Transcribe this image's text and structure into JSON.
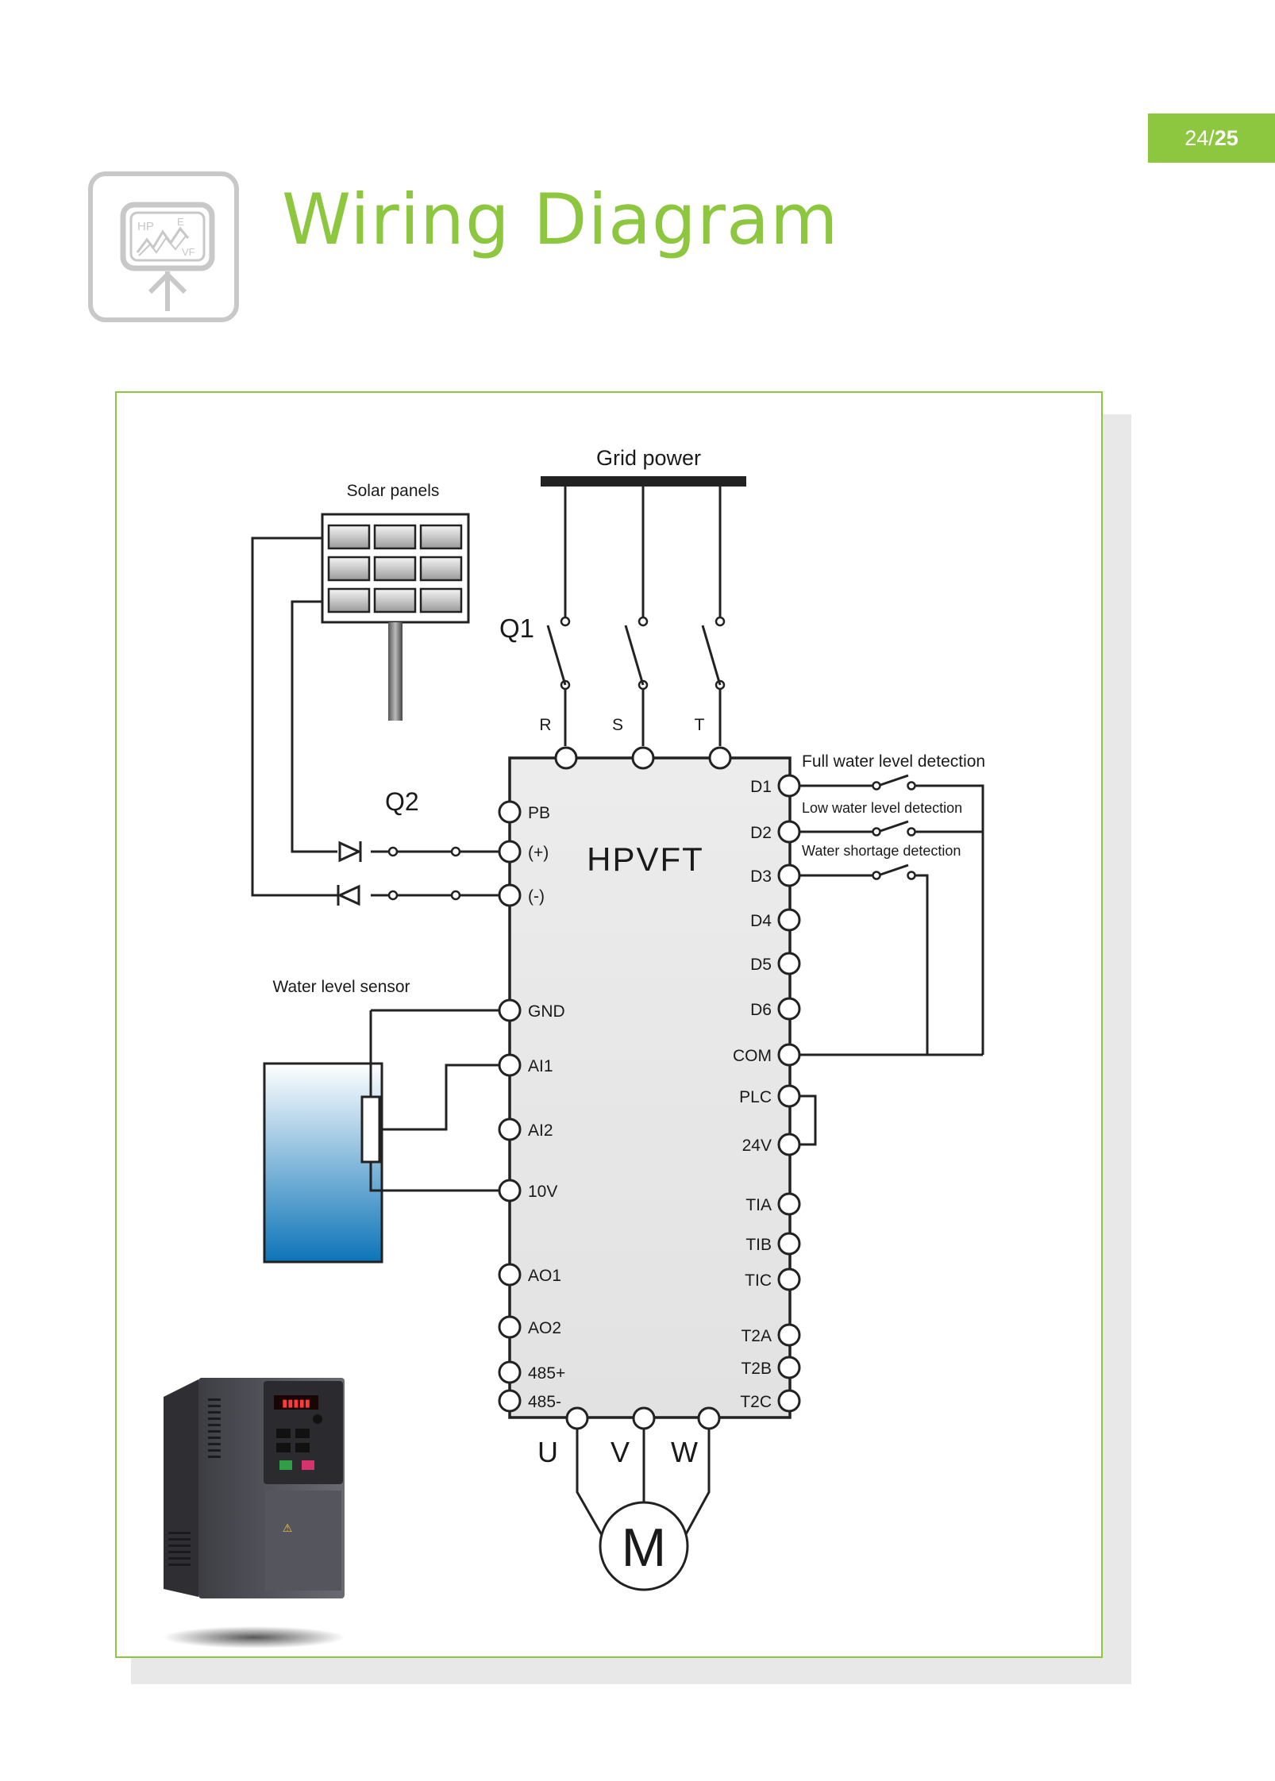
{
  "page": {
    "number_current": "24/",
    "number_total": "25",
    "title": "Wiring Diagram"
  },
  "logo": {
    "letters": [
      "HP",
      "E",
      "VF"
    ]
  },
  "diagram": {
    "grid_power": "Grid power",
    "solar_panels": "Solar panels",
    "breaker_q1": "Q1",
    "breaker_q2": "Q2",
    "inverter_name": "HPVFT",
    "motor": "M",
    "water_level_sensor": "Water level sensor",
    "detections": {
      "full": "Full water level detection",
      "low": "Low water level detection",
      "shortage": "Water shortage detection"
    },
    "input_labels": [
      "R",
      "S",
      "T"
    ],
    "output_labels": [
      "U",
      "V",
      "W"
    ],
    "left_terminals": [
      "PB",
      "(+)",
      "(-)",
      "GND",
      "AI1",
      "AI2",
      "10V",
      "AO1",
      "AO2",
      "485+",
      "485-"
    ],
    "right_terminals": [
      "D1",
      "D2",
      "D3",
      "D4",
      "D5",
      "D6",
      "COM",
      "PLC",
      "24V",
      "TIA",
      "TIB",
      "TIC",
      "T2A",
      "T2B",
      "T2C"
    ]
  },
  "colors": {
    "accent": "#8dc63f",
    "tank_top": "#ffffff",
    "tank_bottom": "#0d74b8",
    "logo_gray": "#c8c8c8"
  }
}
